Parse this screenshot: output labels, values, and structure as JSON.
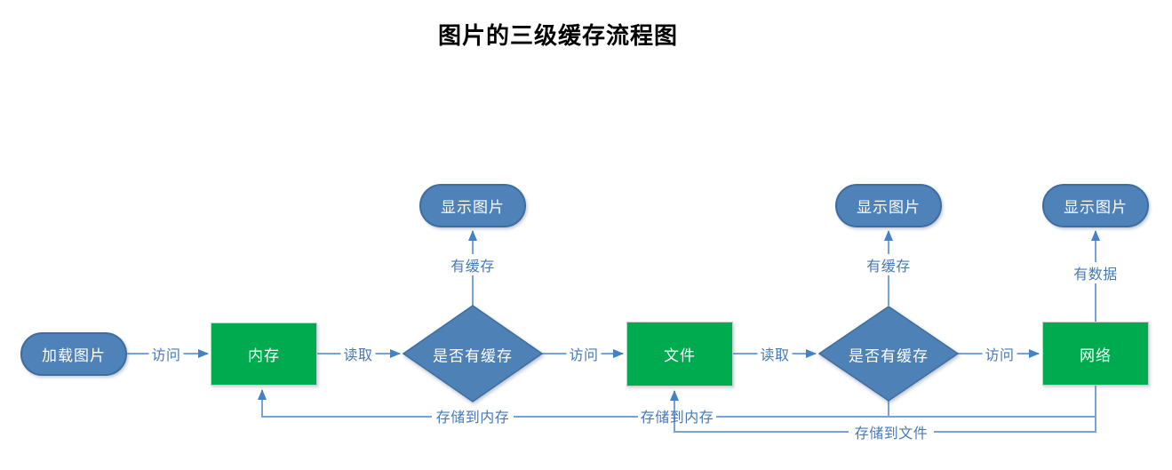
{
  "title": "图片的三级缓存流程图",
  "colors": {
    "node_blue_fill": "#4E82B9",
    "node_blue_border": "#3E6E9F",
    "node_green_fill": "#00AB4F",
    "connector_line": "#76A3DB",
    "arrowhead": "#4381C8",
    "edge_label_text": "#4679BA",
    "node_text": "#FFFFFF",
    "title_text": "#000000"
  },
  "nodes": {
    "load": {
      "label": "加载图片",
      "shape": "pill"
    },
    "memory": {
      "label": "内存",
      "shape": "rect"
    },
    "cache_check_1": {
      "label": "是否有缓存",
      "shape": "diamond"
    },
    "file": {
      "label": "文件",
      "shape": "rect"
    },
    "cache_check_2": {
      "label": "是否有缓存",
      "shape": "diamond"
    },
    "network": {
      "label": "网络",
      "shape": "rect"
    },
    "display_1": {
      "label": "显示图片",
      "shape": "pill"
    },
    "display_2": {
      "label": "显示图片",
      "shape": "pill"
    },
    "display_3": {
      "label": "显示图片",
      "shape": "pill"
    }
  },
  "edges": {
    "visit_1": {
      "label": "访问",
      "from": "load",
      "to": "memory"
    },
    "read_1": {
      "label": "读取",
      "from": "memory",
      "to": "cache_check_1"
    },
    "has_cache_1": {
      "label": "有缓存",
      "from": "cache_check_1",
      "to": "display_1"
    },
    "visit_2": {
      "label": "访问",
      "from": "cache_check_1",
      "to": "file"
    },
    "read_2": {
      "label": "读取",
      "from": "file",
      "to": "cache_check_2"
    },
    "has_cache_2": {
      "label": "有缓存",
      "from": "cache_check_2",
      "to": "display_2"
    },
    "visit_3": {
      "label": "访问",
      "from": "cache_check_2",
      "to": "network"
    },
    "has_data": {
      "label": "有数据",
      "from": "network",
      "to": "display_3"
    },
    "store_to_memory_1": {
      "label": "存储到内存",
      "from": "cache_check_2/network",
      "to": "memory"
    },
    "store_to_memory_2": {
      "label": "存储到内存",
      "from": "cache_check_2/network",
      "to": "memory"
    },
    "store_to_file": {
      "label": "存储到文件",
      "from": "network",
      "to": "file"
    }
  }
}
